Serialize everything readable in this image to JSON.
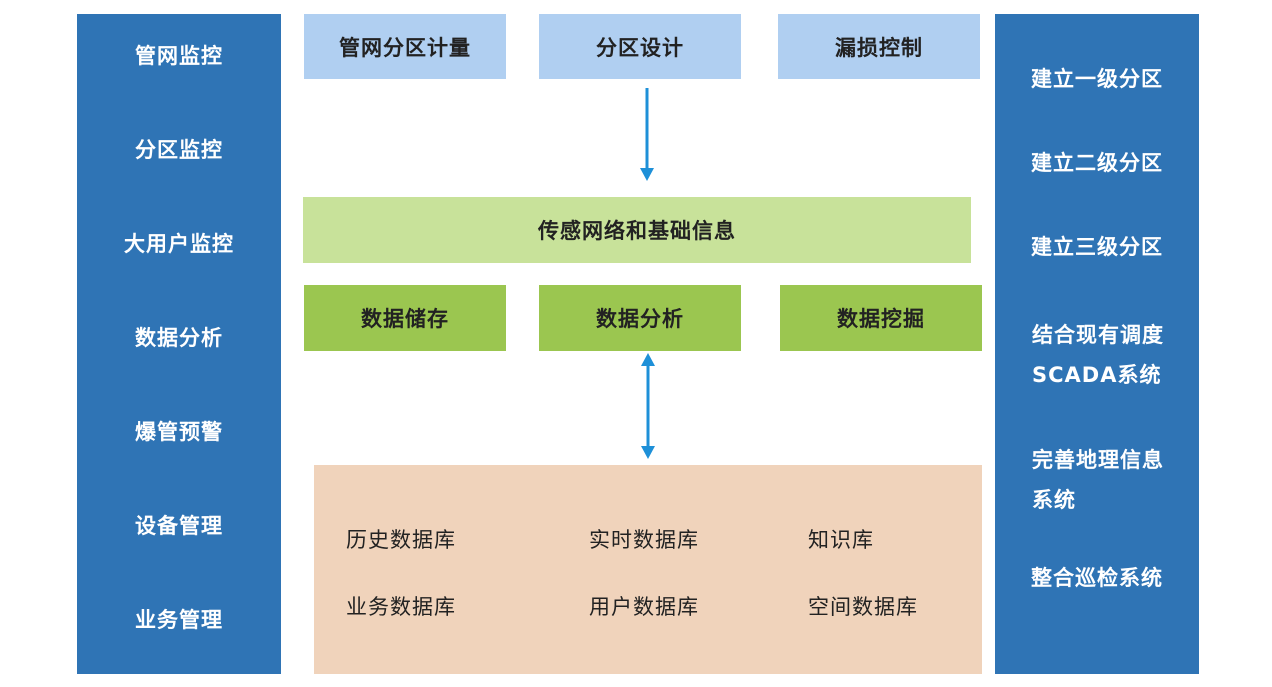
{
  "left_panel": {
    "items": [
      "管网监控",
      "分区监控",
      "大用户监控",
      "数据分析",
      "爆管预警",
      "设备管理",
      "业务管理"
    ]
  },
  "top_row": [
    "管网分区计量",
    "分区设计",
    "漏损控制"
  ],
  "sensor_bar": "传感网络和基础信息",
  "data_row": [
    "数据储存",
    "数据分析",
    "数据挖掘"
  ],
  "databases": [
    [
      "历史数据库",
      "实时数据库",
      "知识库"
    ],
    [
      "业务数据库",
      "用户数据库",
      "空间数据库"
    ]
  ],
  "right_panel": {
    "items": [
      [
        "建立一级分区"
      ],
      [
        "建立二级分区"
      ],
      [
        "建立三级分区"
      ],
      [
        "结合现有调度",
        "SCADA系统"
      ],
      [
        "完善地理信息",
        "系统"
      ],
      [
        "整合巡检系统"
      ]
    ]
  },
  "colors": {
    "side_panel": "#2f74b5",
    "top_boxes": "#b0cff1",
    "sensor_bar": "#c8e29a",
    "data_boxes": "#9bc650",
    "database_panel": "#f0d3bb",
    "arrow": "#1e90d8"
  }
}
